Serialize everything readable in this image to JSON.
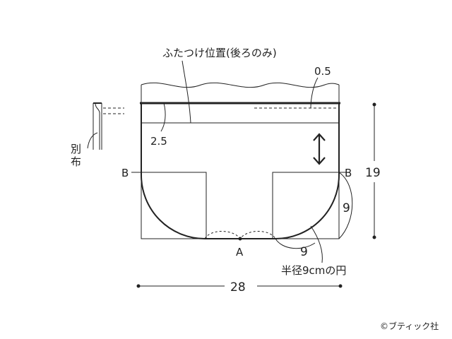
{
  "labels": {
    "lid_position": "ふたつけ位置(後ろのみ)",
    "seam_small": "0.5",
    "seam_top": "2.5",
    "separate_fabric_1": "別",
    "separate_fabric_2": "布",
    "point_b_left": "B",
    "point_b_right": "B",
    "point_a": "A",
    "height": "19",
    "right_side": "9",
    "bottom_dim": "9",
    "radius_note": "半径9cmの円",
    "width": "28",
    "copyright": "©ブティック社"
  },
  "colors": {
    "line": "#222222",
    "background": "#ffffff"
  }
}
